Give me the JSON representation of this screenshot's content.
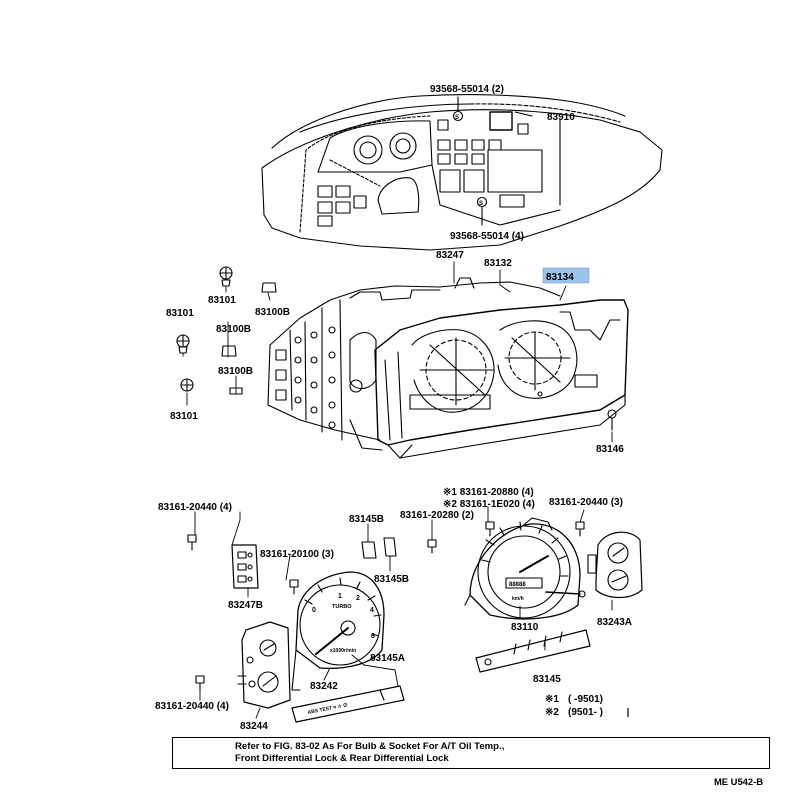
{
  "figure": {
    "code": "ME  U542-B",
    "note_line1": "Refer to FIG. 83-02 As For Bulb & Socket For A/T Oil Temp.,",
    "note_line2": "Front Differential Lock & Rear Differential Lock"
  },
  "highlight_color": "#9cc3ea",
  "dash_labels": {
    "top_screw": "93568-55014 (2)",
    "bottom_screw": "93568-55014 (4)",
    "switch": "83910"
  },
  "cluster_labels": {
    "p83247": "83247",
    "p83132": "83132",
    "p83134": "83134",
    "p83146": "83146",
    "p83101a": "83101",
    "p83101b": "83101",
    "p83101c": "83101",
    "p83100a": "83100B",
    "p83100b": "83100B",
    "p83100c": "83100B"
  },
  "gauge_labels": {
    "screw_left": "83161-20440 (4)",
    "screw_mid": "83161-20100 (3)",
    "p83247b": "83247B",
    "p83145b_1": "83145B",
    "p83145b_2": "83145B",
    "screw_center": "83161-20280 (2)",
    "alt1": "※1 83161-20880 (4)",
    "alt2": "※2 83161-1E020 (4)",
    "screw_right": "83161-20440 (3)",
    "p83110": "83110",
    "p83243a": "83243A",
    "p83145a": "83145A",
    "p83242": "83242",
    "p83145": "83145",
    "p83244": "83244",
    "screw_bottom": "83161-20440 (4)"
  },
  "legend": {
    "row1_mark": "※1",
    "row1_range": "(      -9501)",
    "row2_mark": "※2",
    "row2_range": "(9501-        )"
  },
  "dial_text": {
    "turbo": "TURBO",
    "rpm": "x1000r/min",
    "kmh": "km/h",
    "odo": "88888",
    "panel": "ABS  TEST  ¤  ☆  ∅"
  }
}
